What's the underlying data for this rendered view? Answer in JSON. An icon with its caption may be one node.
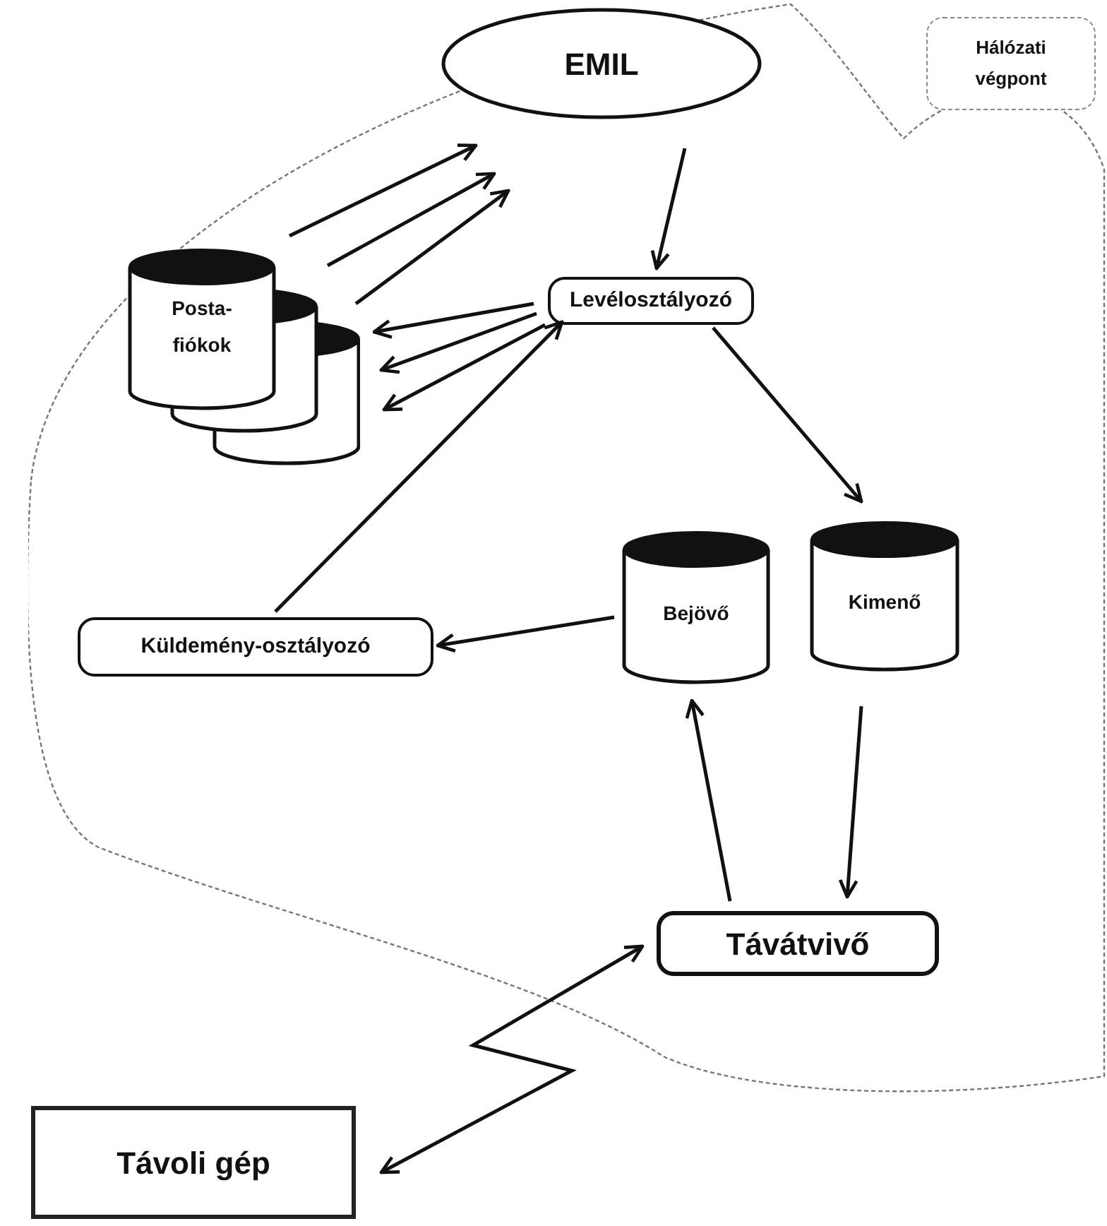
{
  "diagram": {
    "nodes": [
      {
        "text": [],
        "shape": "cloud"
      },
      {
        "text": [
          "Hálózati végpont"
        ]
      },
      {
        "text": [
          "EMIL"
        ],
        "in": 0
      },
      {
        "text": [
          "Posta-fiókok"
        ],
        "in": 0
      },
      {
        "text": [
          "Levélosztályozó"
        ],
        "in": 0
      },
      {
        "text": [
          "Bejövő"
        ],
        "in": 0
      },
      {
        "text": [
          "Kimenő"
        ],
        "in": 0
      },
      {
        "text": [
          "Küldemény-osztályozó"
        ],
        "in": 0
      },
      {
        "text": [
          "Távátvivő"
        ],
        "in": 0
      },
      {
        "text": [
          "Távoli gép"
        ]
      }
    ],
    "edges": [
      {
        "from": 3,
        "to": 2,
        "arrow": "to"
      },
      {
        "from": 3,
        "to": 2,
        "arrow": "to"
      },
      {
        "from": 3,
        "to": 2,
        "arrow": "to"
      },
      {
        "from": 2,
        "to": 4,
        "arrow": "to"
      },
      {
        "from": 4,
        "to": 3,
        "arrow": "to"
      },
      {
        "from": 4,
        "to": 3,
        "arrow": "to"
      },
      {
        "from": 4,
        "to": 3,
        "arrow": "to"
      },
      {
        "from": 4,
        "to": 6,
        "arrow": "to"
      },
      {
        "from": 5,
        "to": 7,
        "arrow": "to"
      },
      {
        "from": 7,
        "to": 4,
        "arrow": "to"
      },
      {
        "from": 8,
        "to": 5,
        "arrow": "to"
      },
      {
        "from": 6,
        "to": 8,
        "arrow": "to"
      },
      {
        "from": 8,
        "to": 9,
        "arrow": "both"
      }
    ]
  }
}
